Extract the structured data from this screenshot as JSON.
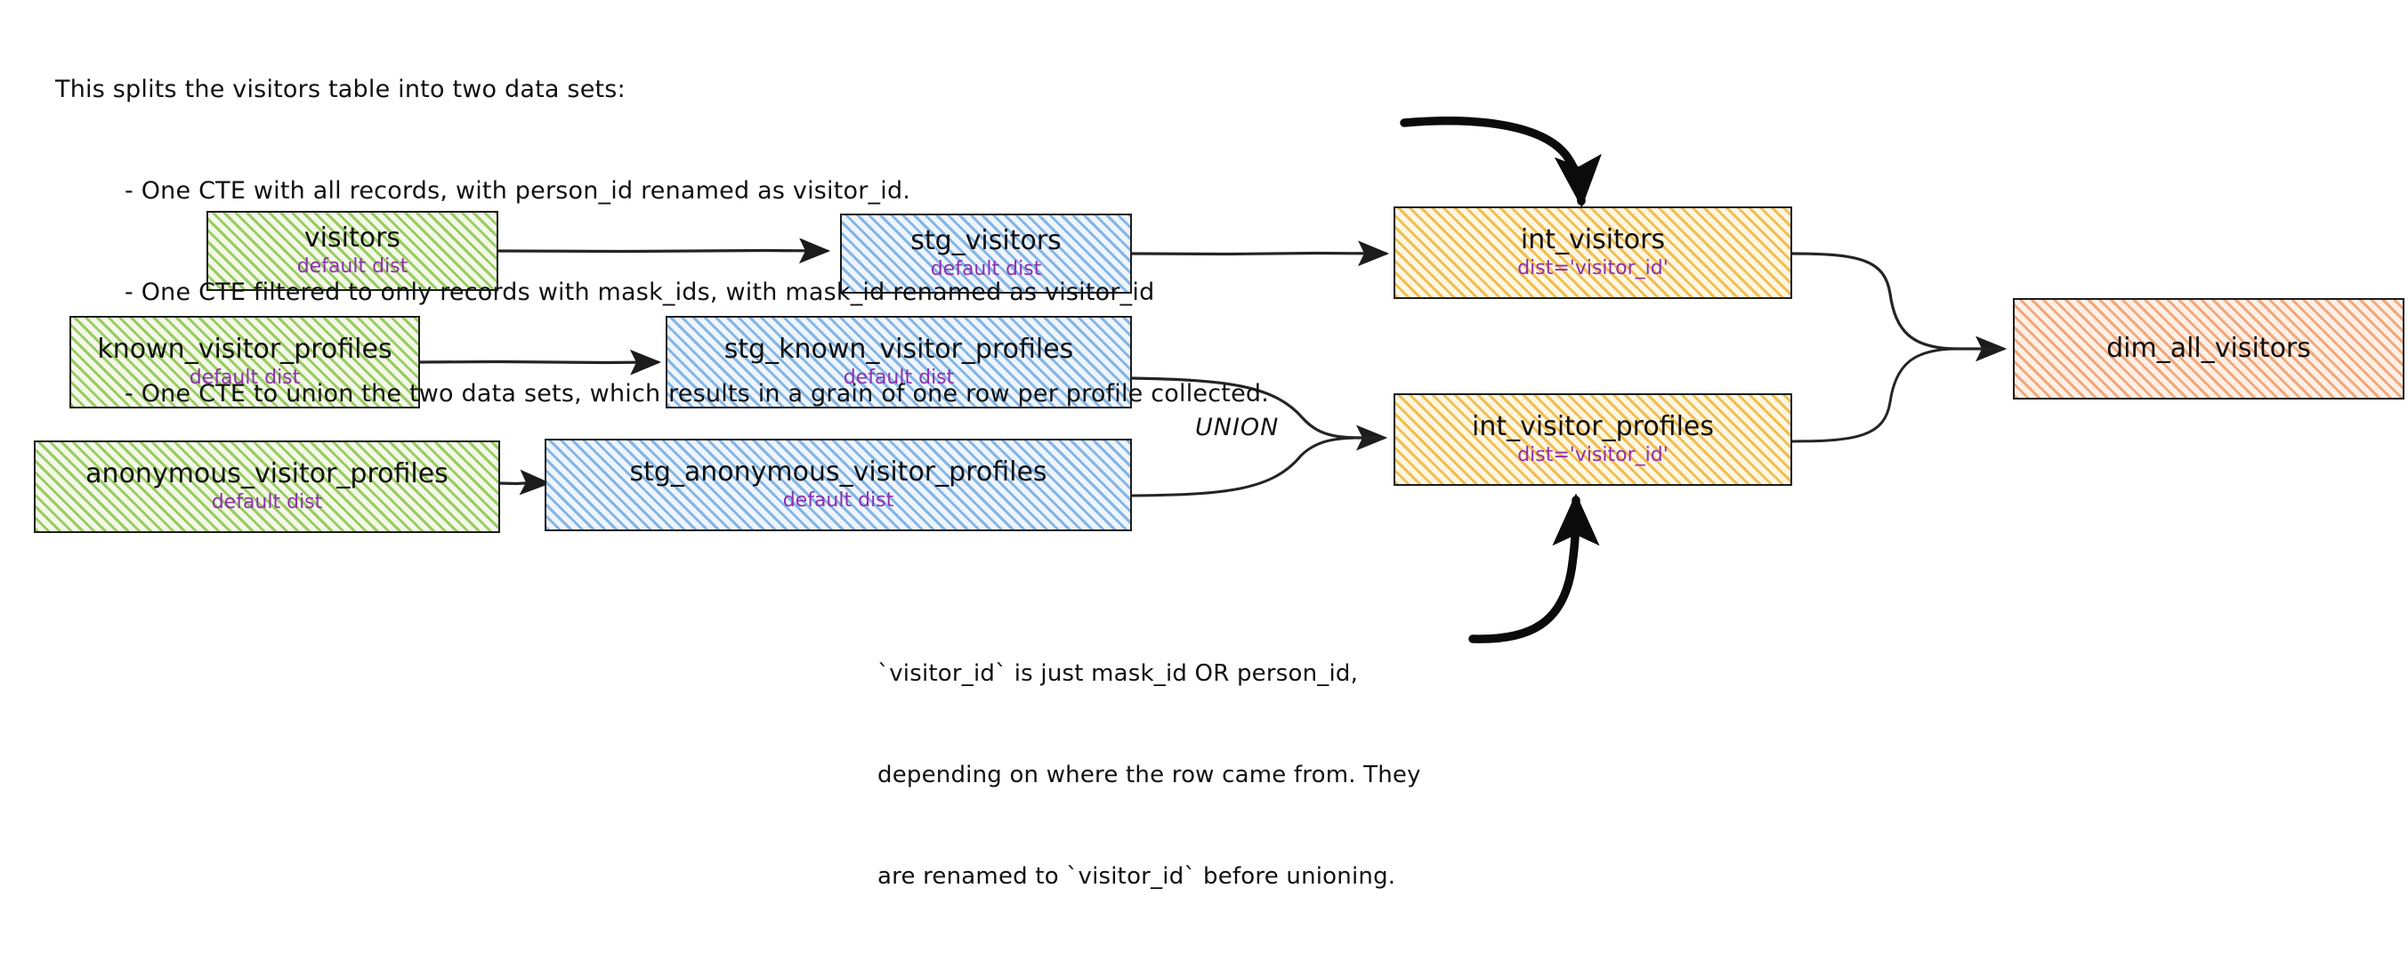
{
  "top_note": {
    "lines": [
      "This splits the visitors table into two data sets:",
      "- One CTE with all records, with person_id renamed as visitor_id.",
      "- One CTE filtered to only records with mask_ids, with mask_id renamed as visitor_id",
      "- One CTE to union the two data sets, which results in a grain of one row per profile collected."
    ]
  },
  "bottom_note": {
    "lines": [
      "`visitor_id` is just mask_id OR person_id,",
      "depending on where the row came from. They",
      "are renamed to `visitor_id` before unioning."
    ]
  },
  "union_label": "UNION",
  "colors": {
    "source_green": "#8bc34a",
    "staging_blue": "#6aa5de",
    "intermediate_yellow": "#eeb537",
    "mart_salmon": "#ee9660",
    "dist_text_purple": "#8e2fb0",
    "stroke": "#1c1c1c"
  },
  "nodes": [
    {
      "id": "visitors",
      "title": "visitors",
      "sub": "default dist",
      "layer": "source"
    },
    {
      "id": "known_visitor_profiles",
      "title": "known_visitor_profiles",
      "sub": "default dist",
      "layer": "source"
    },
    {
      "id": "anonymous_visitor_profiles",
      "title": "anonymous_visitor_profiles",
      "sub": "default dist",
      "layer": "source"
    },
    {
      "id": "stg_visitors",
      "title": "stg_visitors",
      "sub": "default dist",
      "layer": "staging"
    },
    {
      "id": "stg_known_visitor_profiles",
      "title": "stg_known_visitor_profiles",
      "sub": "default dist",
      "layer": "staging"
    },
    {
      "id": "stg_anonymous_visitor_profiles",
      "title": "stg_anonymous_visitor_profiles",
      "sub": "default dist",
      "layer": "staging"
    },
    {
      "id": "int_visitors",
      "title": "int_visitors",
      "sub": "dist='visitor_id'",
      "layer": "intermediate"
    },
    {
      "id": "int_visitor_profiles",
      "title": "int_visitor_profiles",
      "sub": "dist='visitor_id'",
      "layer": "intermediate"
    },
    {
      "id": "dim_all_visitors",
      "title": "dim_all_visitors",
      "sub": "",
      "layer": "mart"
    }
  ],
  "edges": [
    {
      "from": "visitors",
      "to": "stg_visitors"
    },
    {
      "from": "known_visitor_profiles",
      "to": "stg_known_visitor_profiles"
    },
    {
      "from": "anonymous_visitor_profiles",
      "to": "stg_anonymous_visitor_profiles"
    },
    {
      "from": "stg_visitors",
      "to": "int_visitors"
    },
    {
      "from": "stg_known_visitor_profiles",
      "to": "int_visitor_profiles",
      "label": "UNION"
    },
    {
      "from": "stg_anonymous_visitor_profiles",
      "to": "int_visitor_profiles",
      "label": "UNION"
    },
    {
      "from": "int_visitors",
      "to": "dim_all_visitors"
    },
    {
      "from": "int_visitor_profiles",
      "to": "dim_all_visitors"
    },
    {
      "from": "top_note",
      "to": "int_visitors",
      "style": "annotation"
    },
    {
      "from": "bottom_note",
      "to": "int_visitor_profiles",
      "style": "annotation"
    }
  ]
}
